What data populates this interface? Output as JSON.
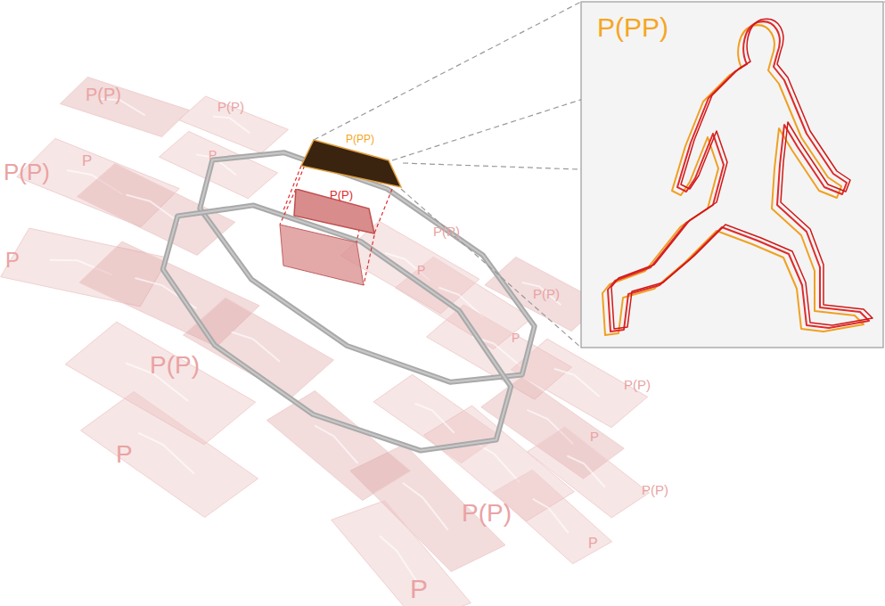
{
  "diagram": {
    "nodes": [
      {
        "text": [
          "P(PP)"
        ]
      },
      {
        "text": [
          "P(P)"
        ]
      },
      {
        "text": [
          "P(PP)"
        ]
      }
    ],
    "edges": [
      {
        "from": 0,
        "to": 1,
        "arrow": "none"
      },
      {
        "from": 0,
        "to": 2,
        "arrow": "none"
      }
    ],
    "labels": [
      "P(P)",
      "P(P)",
      "P(P)",
      "P",
      "P",
      "P",
      "P(P)",
      "P",
      "P(P)",
      "P",
      "P(P)",
      "P(P)",
      "P",
      "P",
      "P(P)",
      "P(P)",
      "P",
      "P"
    ]
  }
}
